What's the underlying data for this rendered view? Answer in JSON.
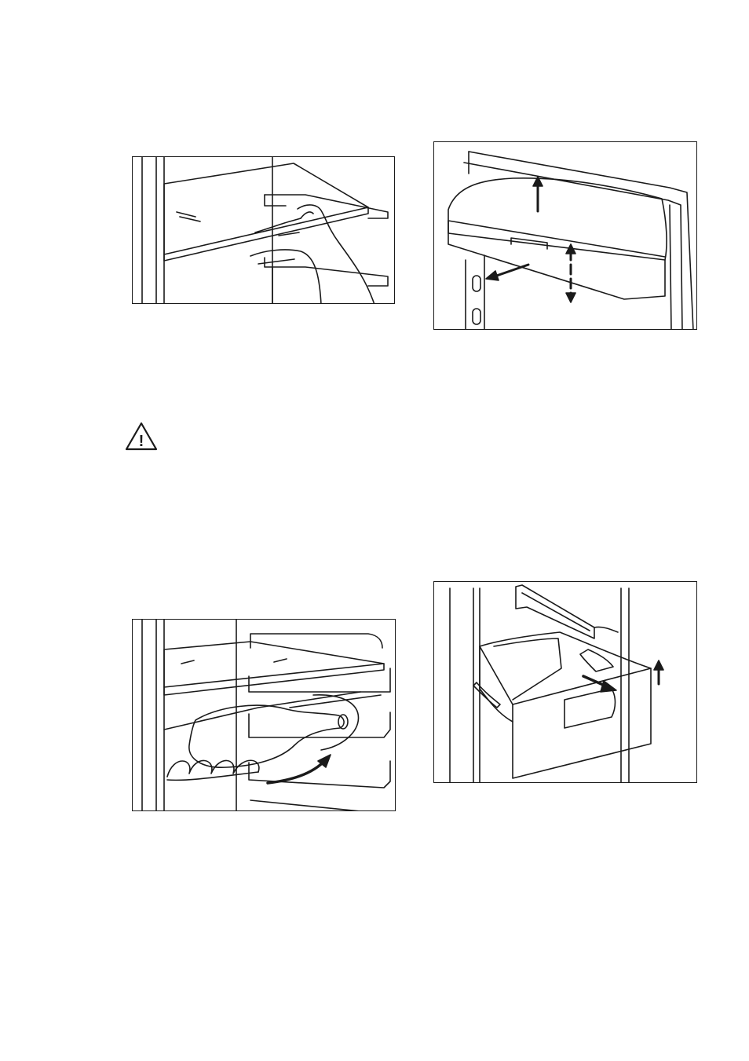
{
  "figures": [
    {
      "id": "shelf",
      "icon": "glass-shelf-removal-illustration"
    },
    {
      "id": "door-bin",
      "icon": "door-balcony-removal-illustration"
    },
    {
      "id": "bottle",
      "icon": "bottle-rack-illustration"
    },
    {
      "id": "drawer",
      "icon": "crisper-drawer-removal-illustration"
    }
  ],
  "warning": {
    "icon": "warning-triangle-icon",
    "symbol": "!"
  }
}
